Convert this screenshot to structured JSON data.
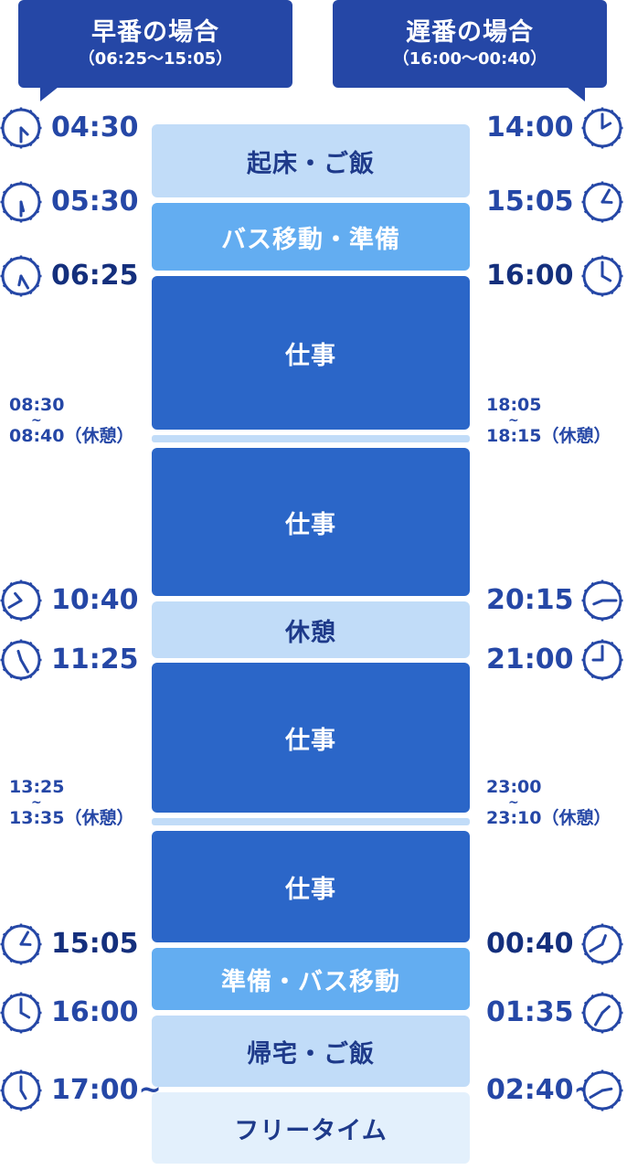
{
  "headers": {
    "early": {
      "title": "早番の場合",
      "sub": "（06:25〜15:05）"
    },
    "late": {
      "title": "遅番の場合",
      "sub": "（16:00〜00:40）"
    }
  },
  "blocks": [
    {
      "label": "起床・ご飯",
      "style": "light"
    },
    {
      "label": "バス移動・準備",
      "style": "mid"
    },
    {
      "label": "仕事",
      "style": "dark"
    },
    {
      "label": "",
      "style": "light"
    },
    {
      "label": "仕事",
      "style": "dark"
    },
    {
      "label": "休憩",
      "style": "light"
    },
    {
      "label": "仕事",
      "style": "dark"
    },
    {
      "label": "",
      "style": "light"
    },
    {
      "label": "仕事",
      "style": "dark"
    },
    {
      "label": "準備・バス移動",
      "style": "mid"
    },
    {
      "label": "帰宅・ご飯",
      "style": "light"
    },
    {
      "label": "フリータイム",
      "style": "pale"
    }
  ],
  "early_times": [
    {
      "time": "04:30",
      "hour": 4,
      "minute": 30
    },
    {
      "time": "05:30",
      "hour": 5,
      "minute": 30
    },
    {
      "time": "06:25",
      "hour": 6,
      "minute": 25
    },
    {
      "time": "10:40",
      "hour": 10,
      "minute": 40
    },
    {
      "time": "11:25",
      "hour": 11,
      "minute": 25
    },
    {
      "time": "15:05",
      "hour": 15,
      "minute": 5
    },
    {
      "time": "16:00",
      "hour": 16,
      "minute": 0
    },
    {
      "time": "17:00~",
      "hour": 17,
      "minute": 0
    }
  ],
  "late_times": [
    {
      "time": "14:00",
      "hour": 14,
      "minute": 0
    },
    {
      "time": "15:05",
      "hour": 15,
      "minute": 5
    },
    {
      "time": "16:00",
      "hour": 16,
      "minute": 0
    },
    {
      "time": "20:15",
      "hour": 20,
      "minute": 15
    },
    {
      "time": "21:00",
      "hour": 21,
      "minute": 0
    },
    {
      "time": "00:40",
      "hour": 0,
      "minute": 40
    },
    {
      "time": "01:35",
      "hour": 1,
      "minute": 35
    },
    {
      "time": "02:40~",
      "hour": 2,
      "minute": 40
    }
  ],
  "breaks": {
    "early": [
      {
        "start": "08:30",
        "tilde": "~",
        "end": "08:40（休憩）"
      },
      {
        "start": "13:25",
        "tilde": "~",
        "end": "13:35（休憩）"
      }
    ],
    "late": [
      {
        "start": "18:05",
        "tilde": "~",
        "end": "18:15（休憩）"
      },
      {
        "start": "23:00",
        "tilde": "~",
        "end": "23:10（休憩）"
      }
    ]
  },
  "colors": {
    "header": "#2547a6",
    "dark": "#2b66c8",
    "mid": "#63adf1",
    "light": "#c1dcf8",
    "pale": "#e3f0fc",
    "clock": "#2547a6"
  }
}
